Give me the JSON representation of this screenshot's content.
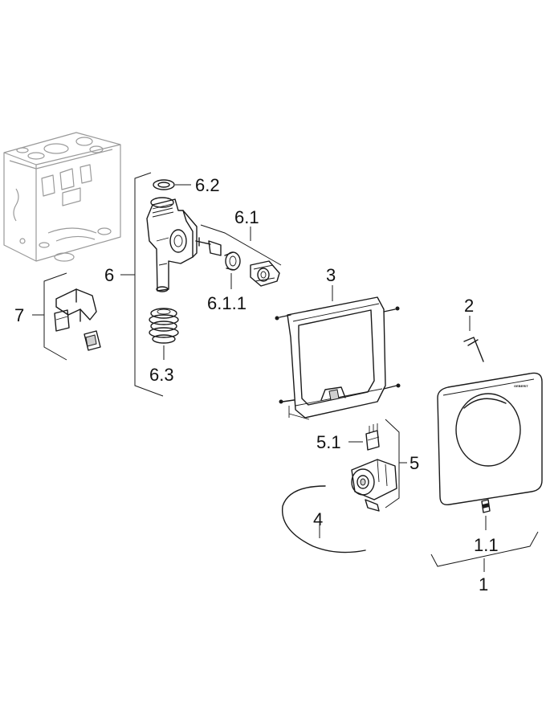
{
  "diagram": {
    "callouts": {
      "c1": "1",
      "c1_1": "1.1",
      "c2": "2",
      "c3": "3",
      "c4": "4",
      "c5": "5",
      "c5_1": "5.1",
      "c6": "6",
      "c6_1": "6.1",
      "c6_1_1": "6.1.1",
      "c6_2": "6.2",
      "c6_3": "6.3",
      "c7": "7"
    },
    "cover_plate_brand": "GEBERIT"
  }
}
